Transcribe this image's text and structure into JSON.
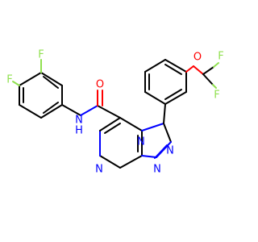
{
  "colors": {
    "carbon_bond": "#000000",
    "nitrogen": "#0000ff",
    "oxygen": "#ff0000",
    "fluorine": "#90e050"
  },
  "atoms": {
    "f_left_top": "F",
    "f_left_ring": "F",
    "nh": "N",
    "nh_h": "H",
    "carbonyl_o": "O",
    "ether_o": "O",
    "f_right_top": "F",
    "f_right_bottom": "F",
    "n_pyrazine": "N",
    "n_bridge": "N",
    "n_triazole_1": "N",
    "n_triazole_2": "N"
  }
}
